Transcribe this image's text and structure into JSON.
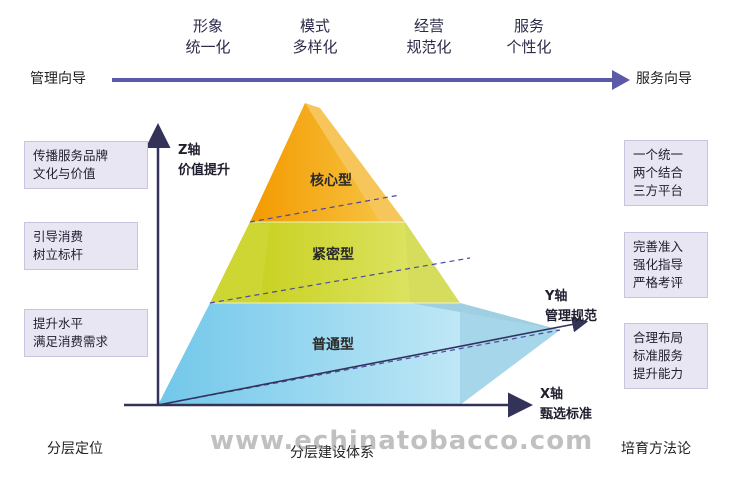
{
  "top_headers": [
    "形象\n统一化",
    "模式\n多样化",
    "经营\n规范化",
    "服务\n个性化"
  ],
  "left_top_label": "管理向导",
  "right_top_label": "服务向导",
  "z_axis_label": "Z轴\n价值提升",
  "y_axis_label": "Y轴\n管理规范",
  "x_axis_label": "X轴\n甄选标准",
  "left_callouts": [
    "传播服务品牌\n文化与价值",
    "引导消费\n树立标杆",
    "提升水平\n满足消费需求"
  ],
  "right_callouts": [
    "一个统一\n两个结合\n三方平台",
    "完善准入\n强化指导\n严格考评",
    "合理布局\n标准服务\n提升能力"
  ],
  "tiers": [
    "核心型",
    "紧密型",
    "普通型"
  ],
  "footer_left": "分层定位",
  "footer_center": "分层建设体系",
  "footer_right": "培育方法论",
  "watermark": "www.echinatobacco.com",
  "colors": {
    "arrow": "#5a5aa8",
    "core": "#f5a800",
    "tight": "#c9d21e",
    "normal": "#8fd3ee",
    "callout_bg": "#e9e6f3"
  }
}
